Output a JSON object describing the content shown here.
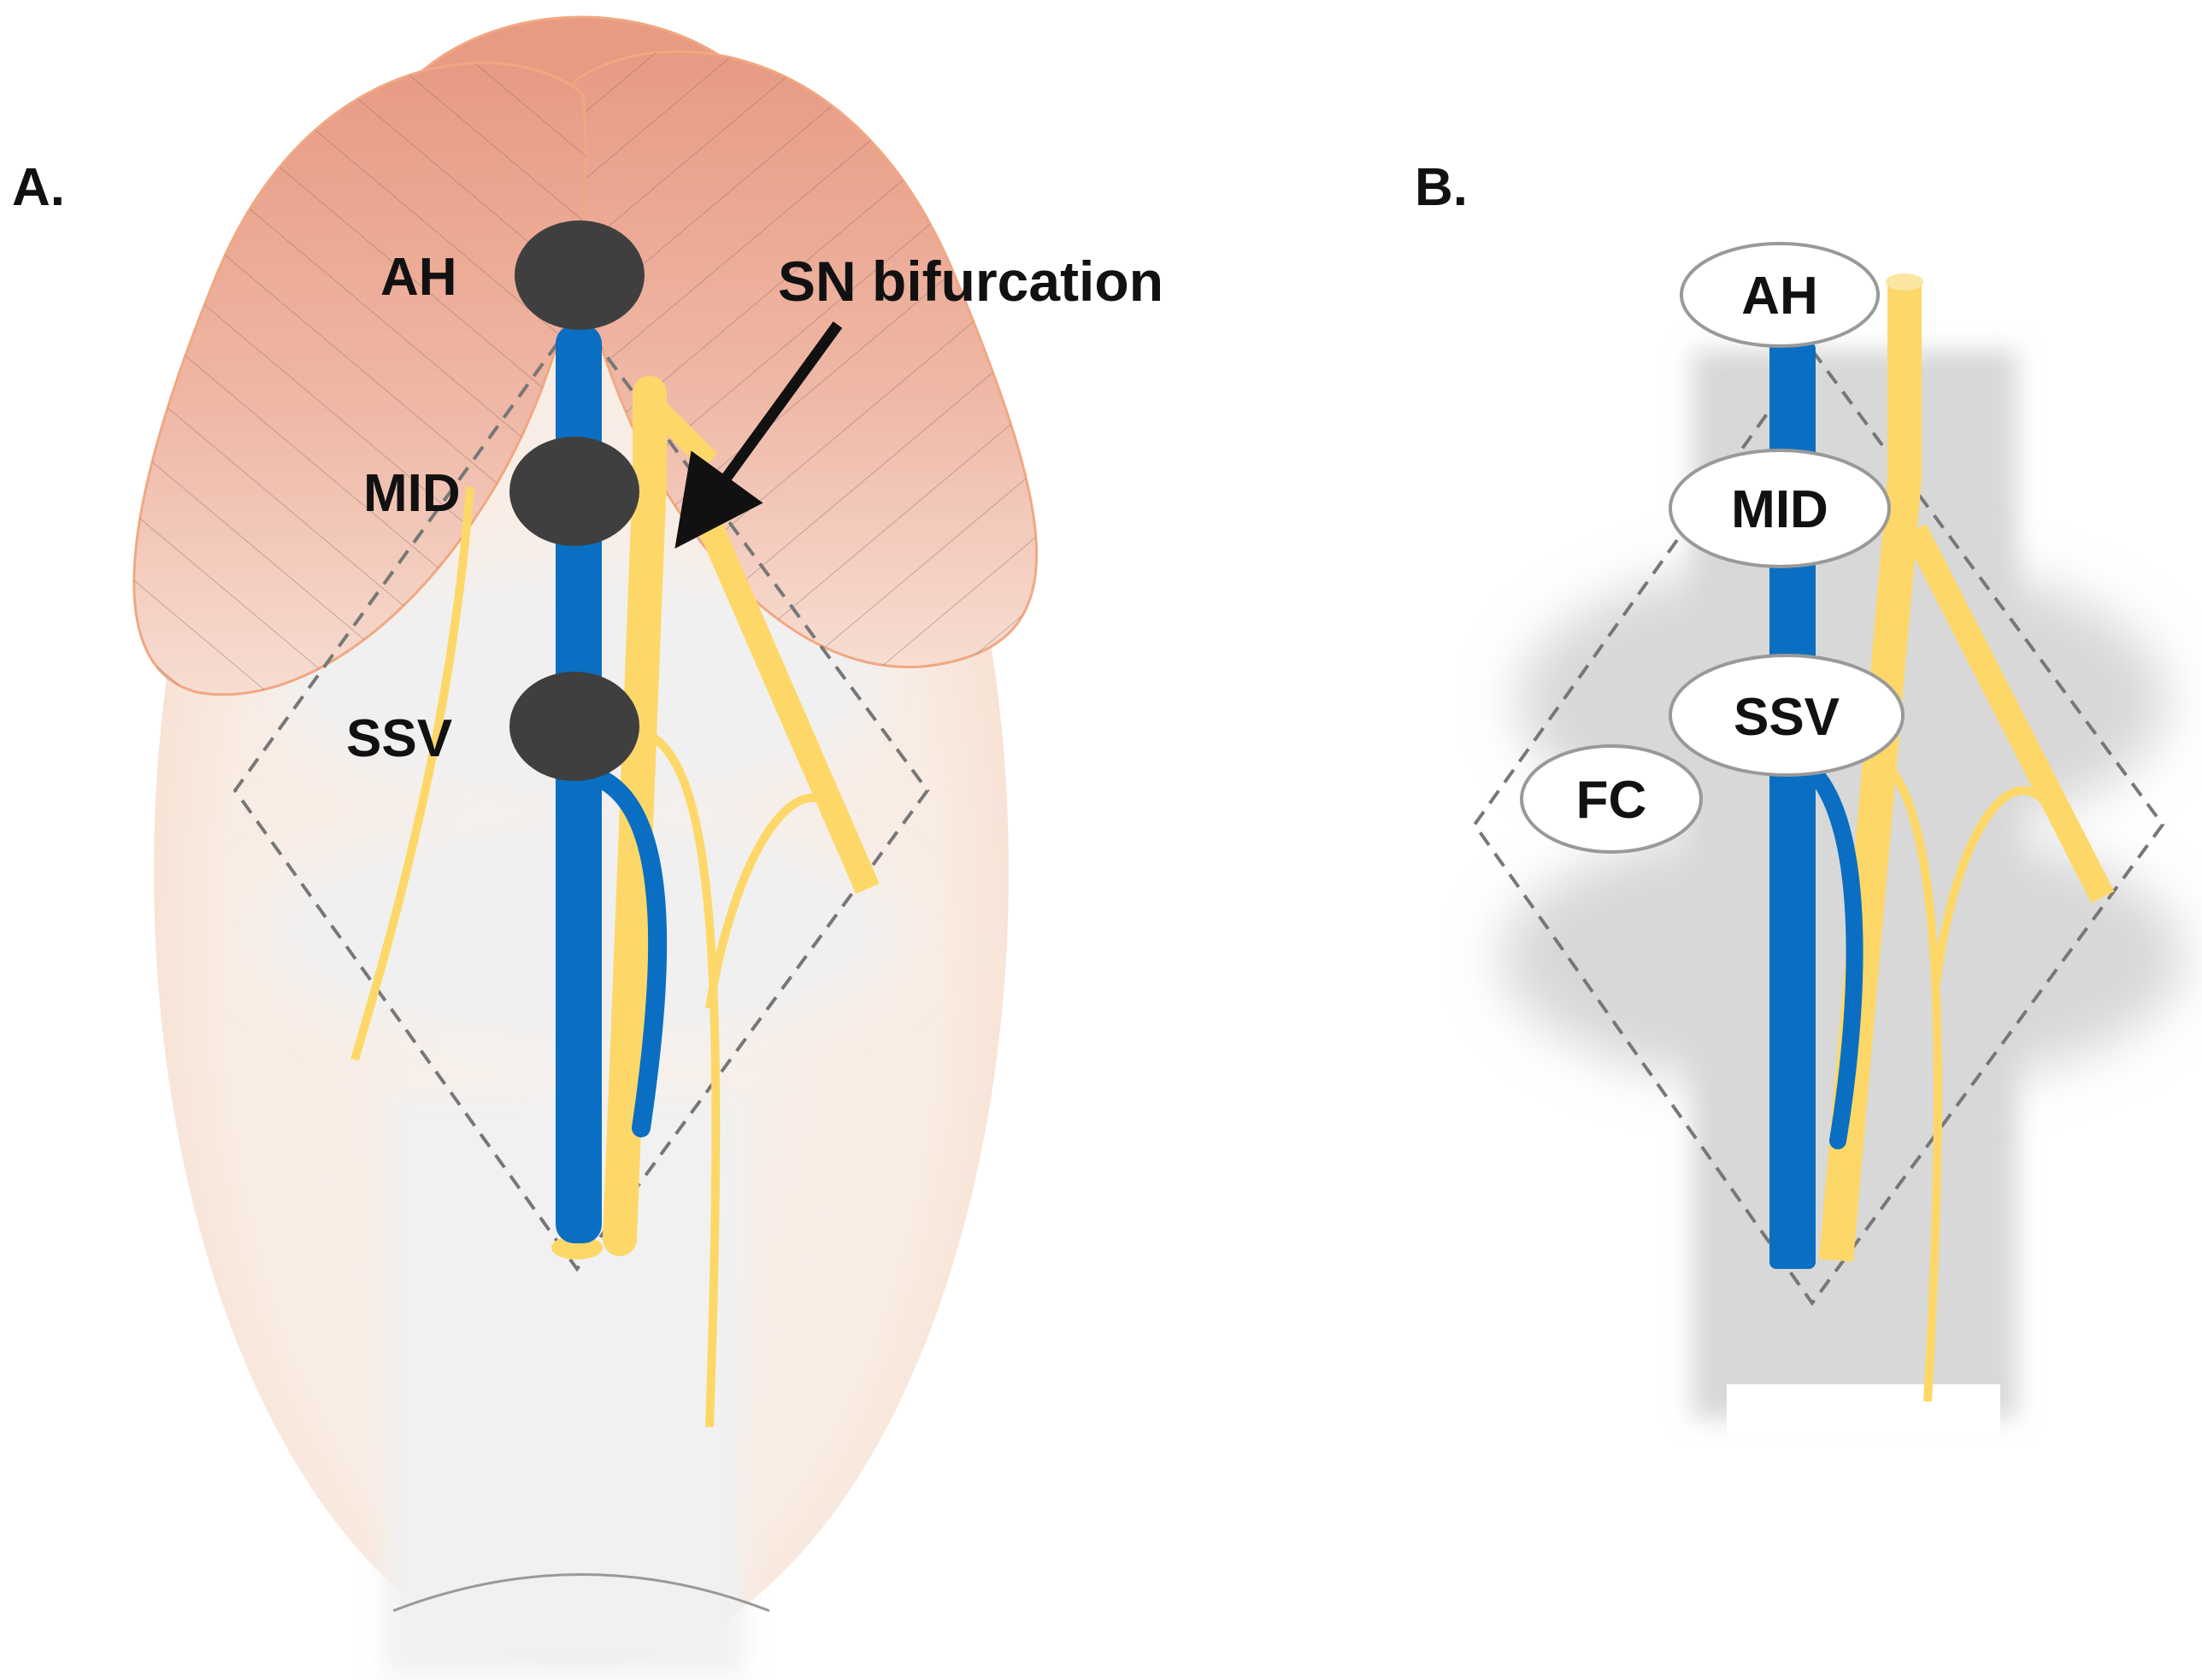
{
  "panel_a": {
    "label": "A.",
    "sites": [
      {
        "label": "AH"
      },
      {
        "label": "MID"
      },
      {
        "label": "SSV"
      }
    ],
    "annotation": "SN bifurcation"
  },
  "panel_b": {
    "label": "B.",
    "sites": [
      {
        "label": "AH"
      },
      {
        "label": "MID"
      },
      {
        "label": "SSV"
      },
      {
        "label": "FC"
      }
    ]
  },
  "colors": {
    "vein": "#0a6fc2",
    "nerve": "#fdd868",
    "muscle": "#e79a83",
    "skin": "#f9e3d6",
    "injection_site": "#3f3f3f",
    "tissue_gray": "#d6d6d6",
    "outline_dashed": "#777777"
  }
}
